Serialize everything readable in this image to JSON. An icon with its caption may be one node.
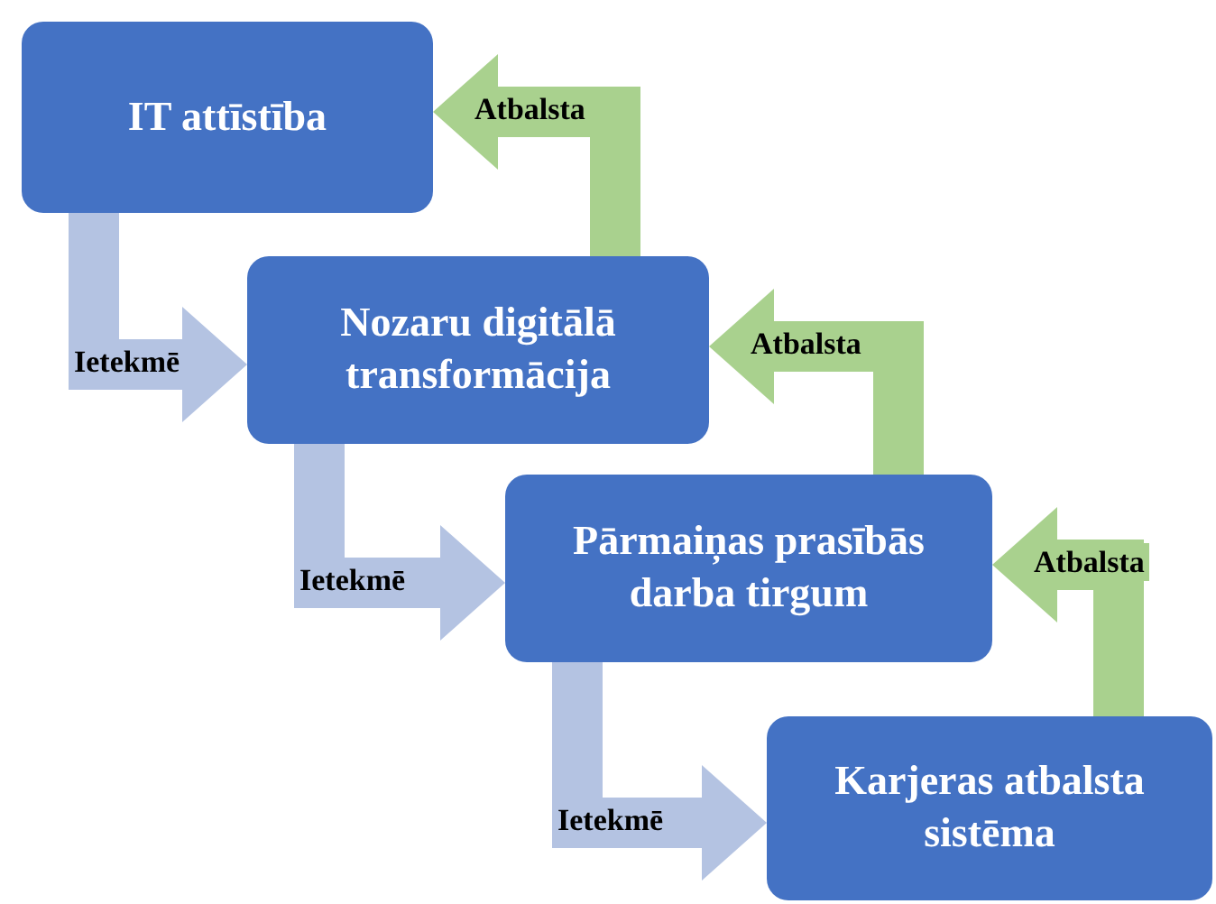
{
  "diagram": {
    "nodes": [
      {
        "text": [
          "IT attīstība"
        ]
      },
      {
        "text": [
          "Nozaru digitālā transformācija"
        ]
      },
      {
        "text": [
          "Pārmaiņas prasībās darba tirgum"
        ]
      },
      {
        "text": [
          "Karjeras atbalsta sistēma"
        ]
      }
    ],
    "edges": [
      {
        "from": 0,
        "to": 1,
        "arrow": "to",
        "label": "Ietekmē",
        "color": "#b4c3e2"
      },
      {
        "from": 1,
        "to": 0,
        "arrow": "to",
        "label": "Atbalsta",
        "color": "#a9d18e"
      },
      {
        "from": 1,
        "to": 2,
        "arrow": "to",
        "label": "Ietekmē",
        "color": "#b4c3e2"
      },
      {
        "from": 2,
        "to": 1,
        "arrow": "to",
        "label": "Atbalsta",
        "color": "#a9d18e"
      },
      {
        "from": 2,
        "to": 3,
        "arrow": "to",
        "label": "Ietekmē",
        "color": "#b4c3e2"
      },
      {
        "from": 3,
        "to": 2,
        "arrow": "to",
        "label": "Atbalsta",
        "color": "#a9d18e"
      }
    ]
  }
}
